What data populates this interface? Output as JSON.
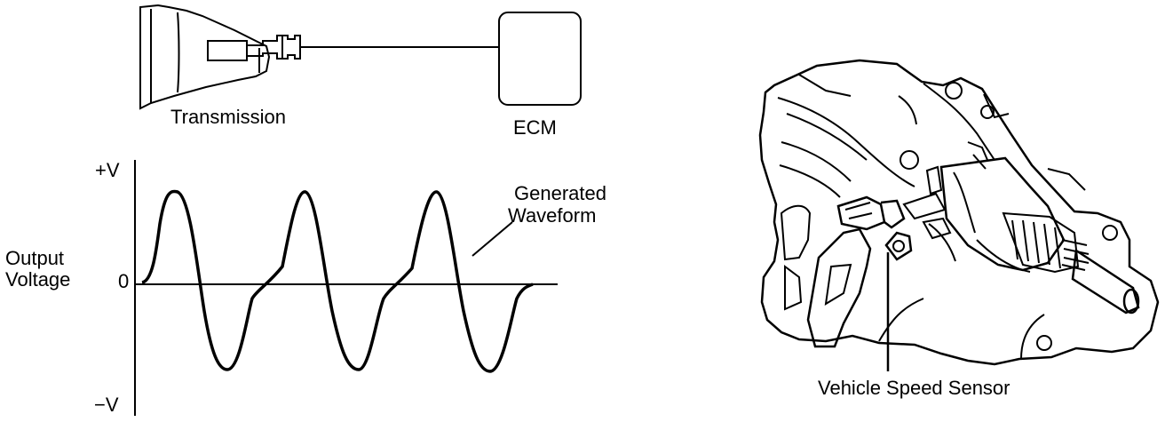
{
  "system_diagram": {
    "transmission_label": "Transmission",
    "ecm_label": "ECM"
  },
  "waveform": {
    "y_top_label": "+V",
    "y_zero_label": "0",
    "y_bottom_label": "−V",
    "y_axis_label_line1": "Output",
    "y_axis_label_line2": "Voltage",
    "annotation_line1": "Generated",
    "annotation_line2": "Waveform"
  },
  "sensor_illustration": {
    "label": "Vehicle Speed Sensor"
  }
}
